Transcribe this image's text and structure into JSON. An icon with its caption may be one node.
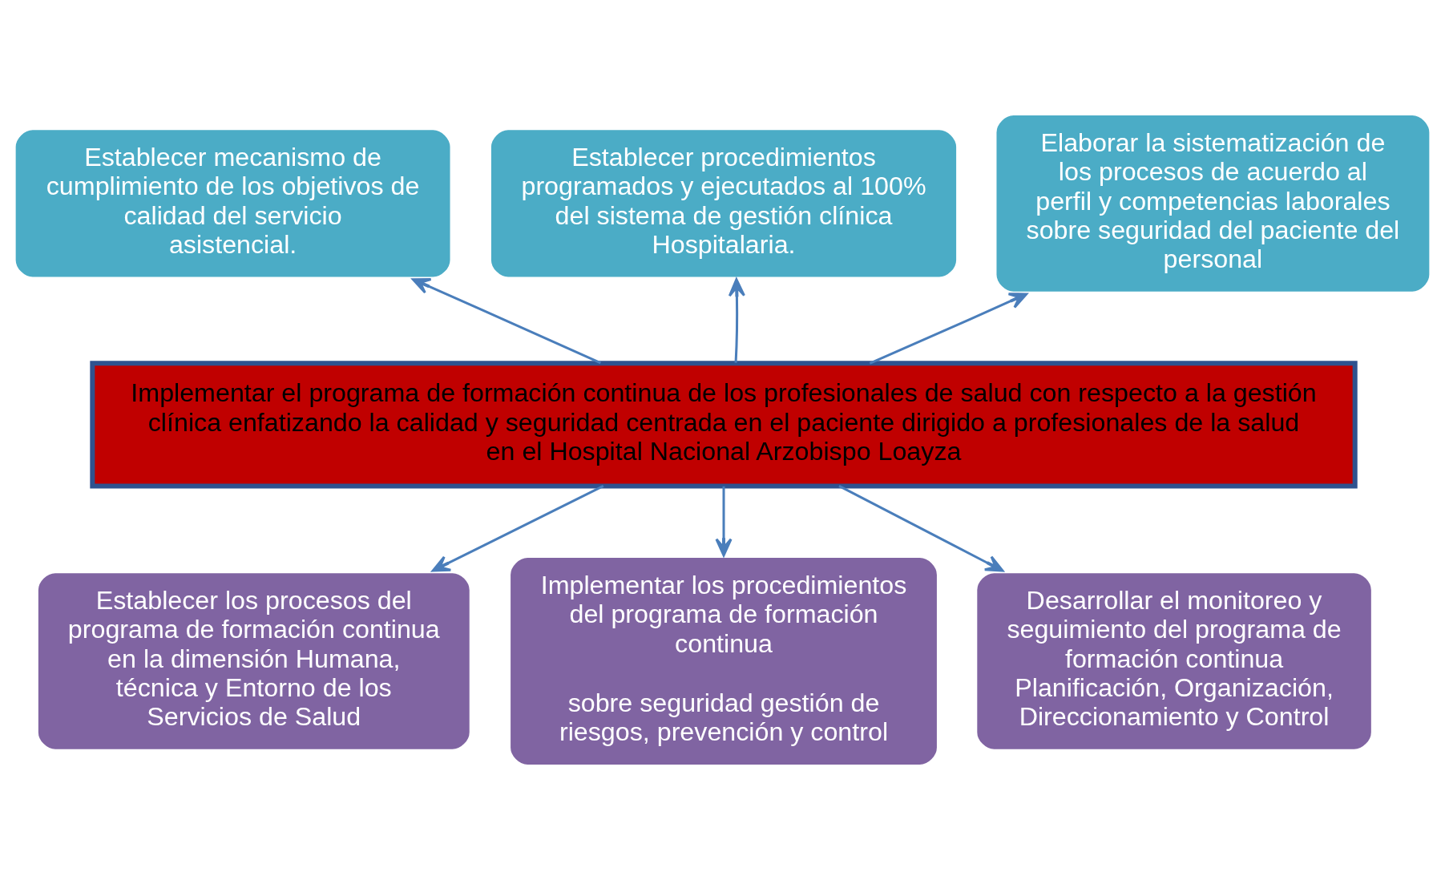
{
  "diagram": {
    "nodes": [
      {
        "text": [
          "Establecer mecanismo de cumplimiento de los objetivos de calidad del servicio asistencial."
        ]
      },
      {
        "text": [
          "Establecer procedimientos programados y ejecutados al 100% del sistema de gestión clínica Hospitalaria."
        ]
      },
      {
        "text": [
          "Elaborar la sistematización de los procesos de acuerdo al perfil y competencias laborales sobre seguridad del paciente del personal"
        ]
      },
      {
        "text": [
          "Implementar el programa de formación continua de los profesionales de salud con respecto a la gestión clínica enfatizando la calidad y seguridad centrada en el paciente dirigido a profesionales de la salud en el Hospital Nacional Arzobispo Loayza"
        ]
      },
      {
        "text": [
          "Establecer los procesos del programa de formación continua en la dimensión Humana, técnica y Entorno de los Servicios de Salud"
        ]
      },
      {
        "text": [
          "Implementar los procedimientos del programa de formación continua",
          "sobre seguridad gestión de riesgos, prevención y control"
        ]
      },
      {
        "text": [
          "Desarrollar el monitoreo y seguimiento del programa de formación continua Planificación, Organización, Direccionamiento y Control"
        ]
      }
    ],
    "edges": [
      {
        "from": 3,
        "to": 0,
        "arrow": "to"
      },
      {
        "from": 3,
        "to": 1,
        "arrow": "to"
      },
      {
        "from": 3,
        "to": 2,
        "arrow": "to"
      },
      {
        "from": 3,
        "to": 4,
        "arrow": "to"
      },
      {
        "from": 3,
        "to": 5,
        "arrow": "to"
      },
      {
        "from": 3,
        "to": 6,
        "arrow": "to"
      }
    ]
  }
}
